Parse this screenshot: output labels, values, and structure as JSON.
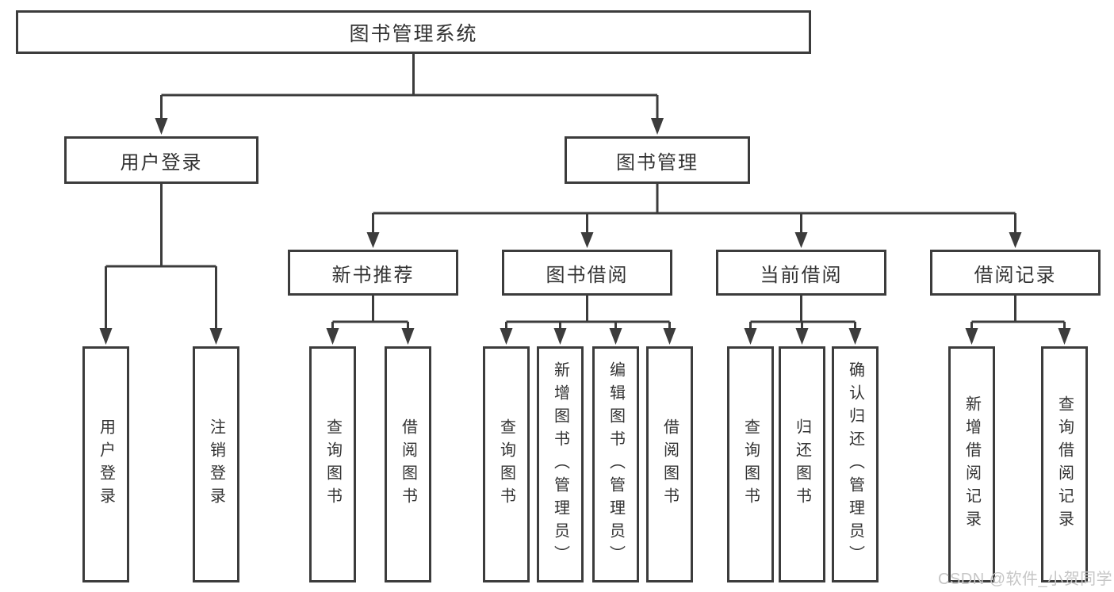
{
  "diagram": {
    "root": "图书管理系统",
    "level1": [
      "用户登录",
      "图书管理"
    ],
    "level2": [
      "新书推荐",
      "图书借阅",
      "当前借阅",
      "借阅记录"
    ],
    "leaves": {
      "user_login": [
        "用户登录",
        "注销登录"
      ],
      "new_book_recommend": [
        "查询图书",
        "借阅图书"
      ],
      "book_borrow": [
        "查询图书",
        "新增图书（管理员）",
        "编辑图书（管理员）",
        "借阅图书"
      ],
      "current_borrow": [
        "查询图书",
        "归还图书",
        "确认归还（管理员）"
      ],
      "borrow_records": [
        "新增借阅记录",
        "查询借阅记录"
      ]
    }
  },
  "watermark": {
    "text": "CSDN @软件_小贺同学"
  },
  "colors": {
    "line": "#3c3c3c",
    "text": "#333333",
    "background": "#ffffff",
    "watermark": "#c6c6c6"
  }
}
